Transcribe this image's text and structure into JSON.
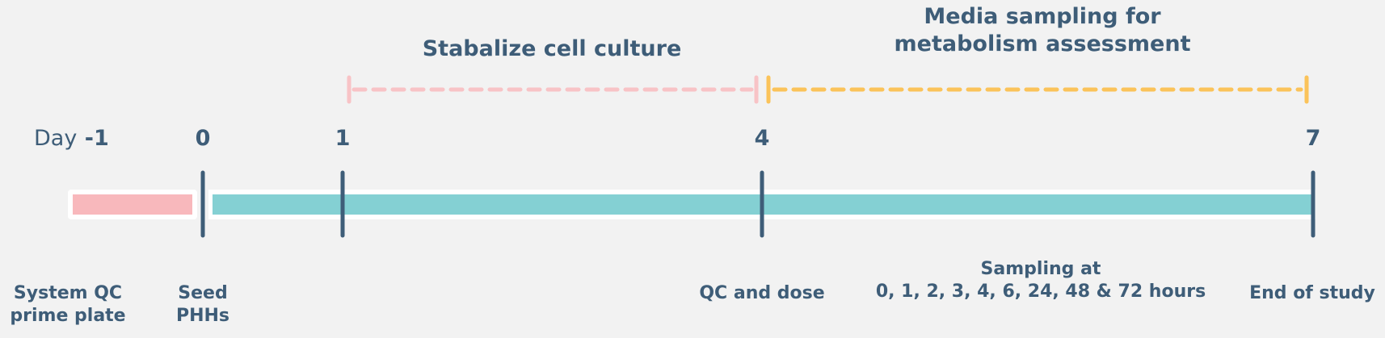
{
  "colors": {
    "text": "#3e5d78",
    "prep_segment": "#f8b8bc",
    "culture_segment": "#84d0d3",
    "stabilize_bracket": "#f8c3c6",
    "sampling_bracket": "#fbc35a",
    "tick": "#3e5d78"
  },
  "timeline": {
    "day_word": "Day",
    "days": [
      {
        "day": -1,
        "label": "-1"
      },
      {
        "day": 0,
        "label": "0"
      },
      {
        "day": 1,
        "label": "1"
      },
      {
        "day": 4,
        "label": "4"
      },
      {
        "day": 7,
        "label": "7"
      }
    ]
  },
  "phases": {
    "stabilize": {
      "title": "Stabalize cell culture",
      "from_day": 1,
      "to_day": 4
    },
    "sampling": {
      "title_line1": "Media sampling for",
      "title_line2": "metabolism assessment",
      "from_day": 4,
      "to_day": 7
    }
  },
  "events": {
    "system_qc": {
      "line1": "System QC",
      "line2": "prime plate",
      "day": -1
    },
    "seed": {
      "line1": "Seed",
      "line2": "PHHs",
      "day": 0
    },
    "qc_dose": {
      "line1": "QC and dose",
      "day": 4
    },
    "sampling": {
      "line1": "Sampling at",
      "line2": "0, 1, 2, 3, 4, 6, 24, 48 & 72 hours"
    },
    "end": {
      "line1": "End of study",
      "day": 7
    }
  }
}
